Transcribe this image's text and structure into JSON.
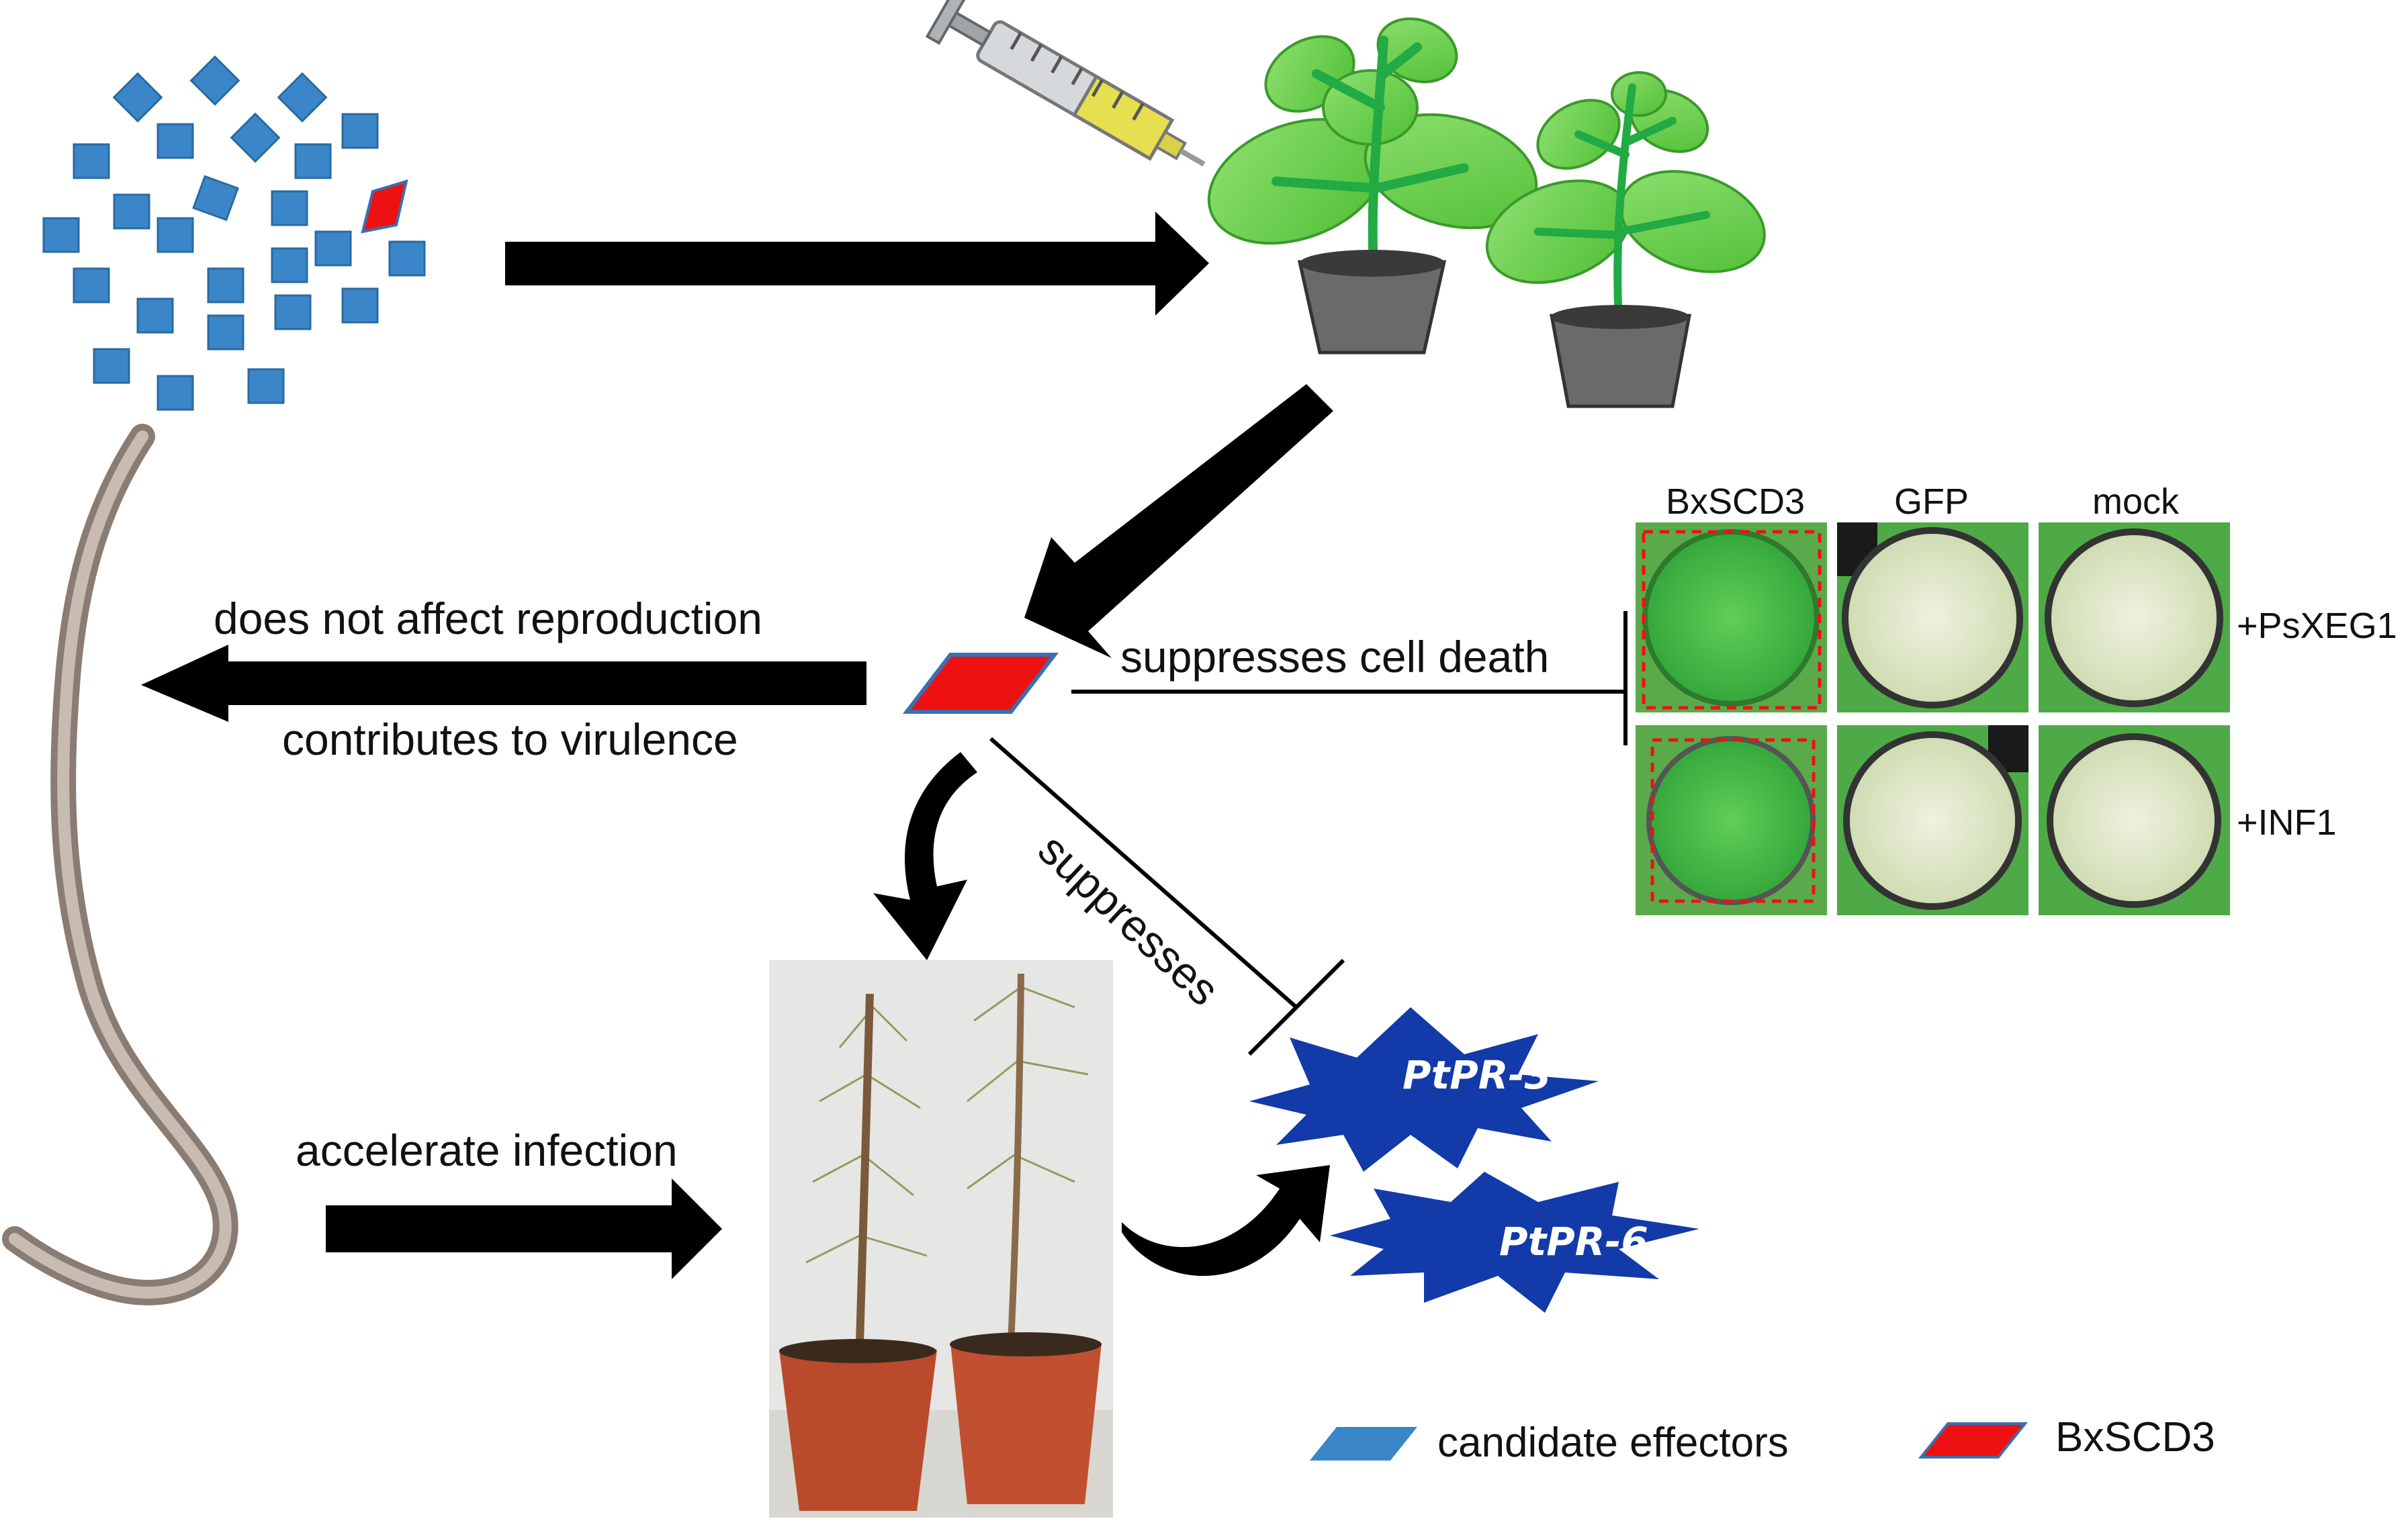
{
  "labels": {
    "reproduction": "does not affect  reproduction",
    "virulence": "contributes to virulence",
    "cell_death": "suppresses cell death",
    "suppresses": "suppresses",
    "infection": "accelerate infection"
  },
  "panel": {
    "columns": [
      "BxSCD3",
      "GFP",
      "mock"
    ],
    "rows": [
      "+PsXEG1",
      "+INF1"
    ]
  },
  "genes": [
    "PtPR-3",
    "PtPR-6"
  ],
  "legend": {
    "candidate": "candidate effectors",
    "bxscd3": "BxSCD3"
  },
  "colors": {
    "effector": "#3a86c8",
    "bxscd3": "#ee1111",
    "leaf": "#6fd64a",
    "stem": "#22aa44",
    "star": "#123aa8",
    "arrow": "#000000",
    "pot": "#6a6a6a",
    "nematode": "#a79a8f"
  }
}
